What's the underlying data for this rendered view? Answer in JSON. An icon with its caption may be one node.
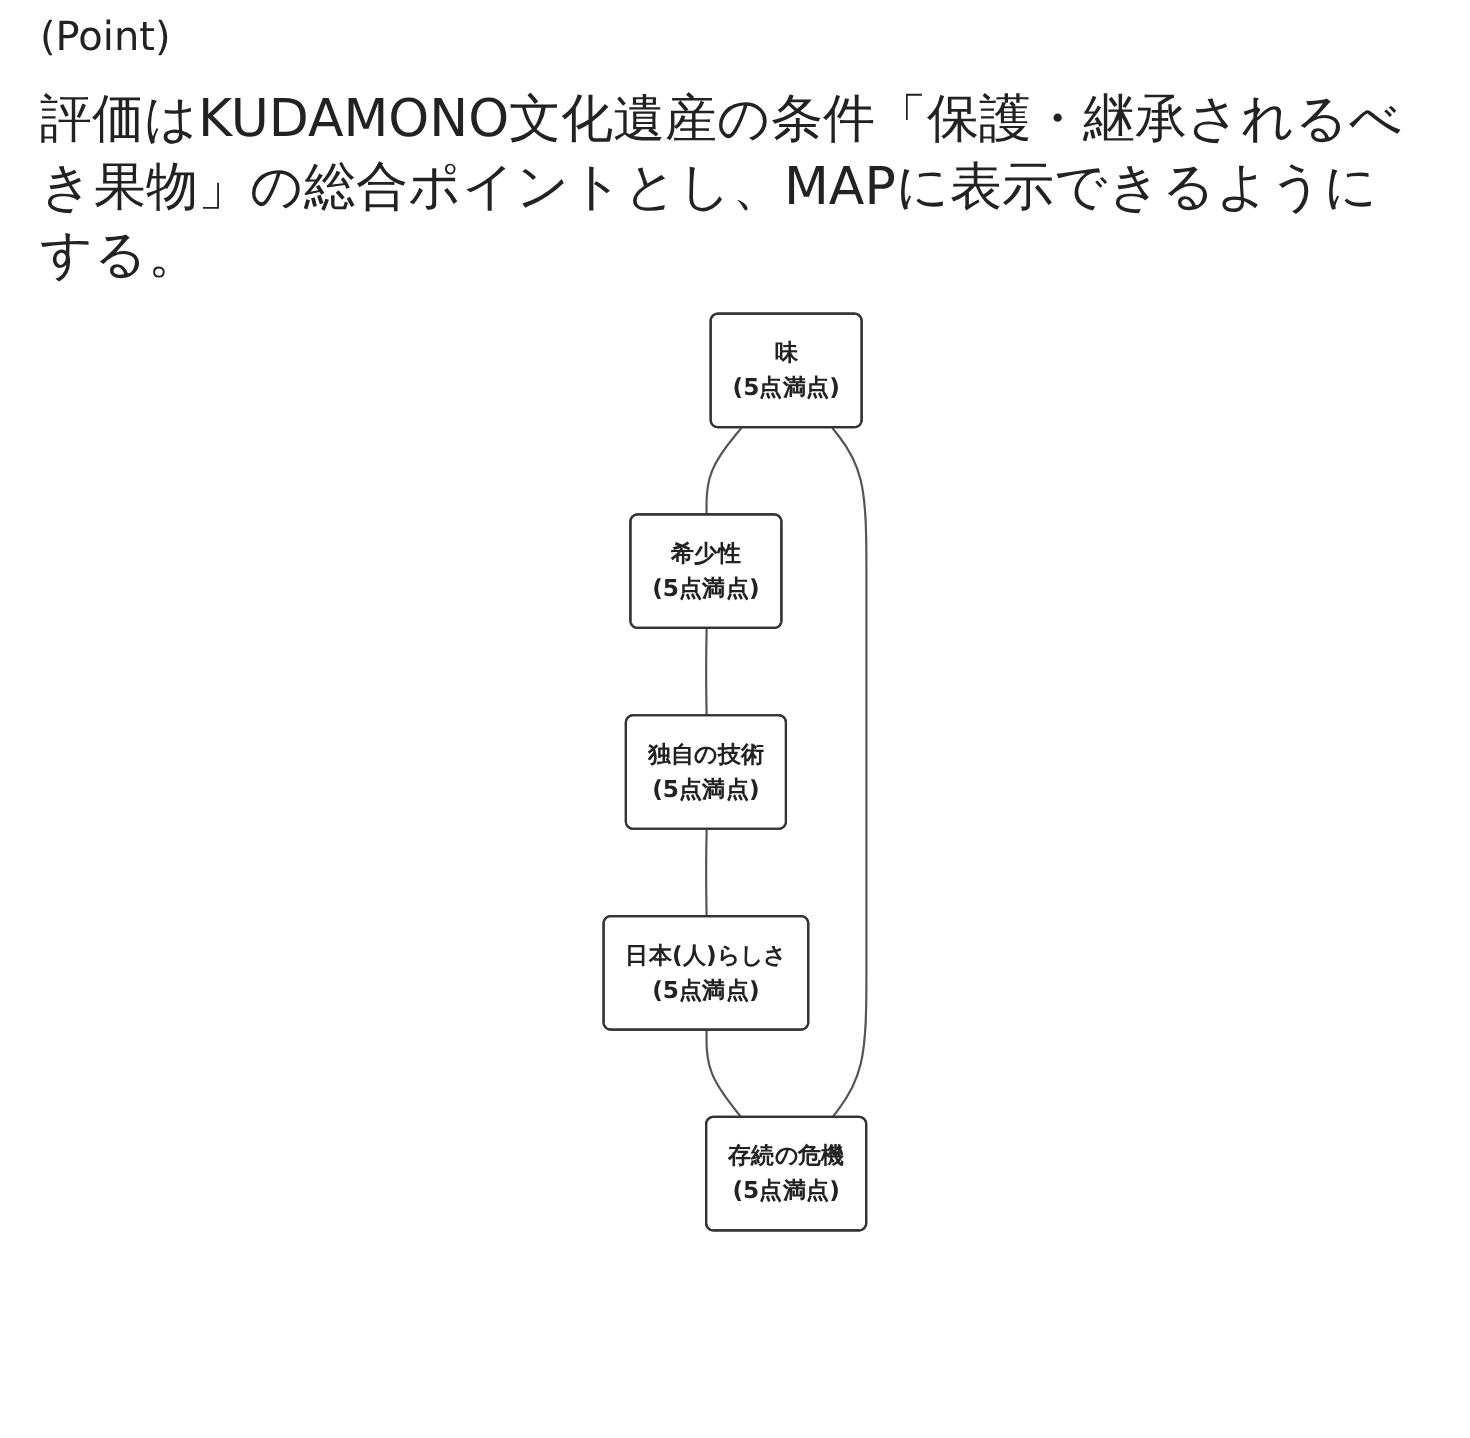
{
  "diagram": {
    "title": "評価はKUDAMONO文化遺産の条件「保護・継承されるべき果物」の総合ポイントとし、MAPに表示できるようにする。",
    "nodes": [
      {
        "text": [
          "味",
          "(5点満点)"
        ]
      },
      {
        "text": [
          "存続の危機",
          "(5点満点)"
        ]
      },
      {
        "text": [
          "希少性",
          "(5点満点)"
        ]
      },
      {
        "text": [
          "日本(人)らしさ",
          "(5点満点)"
        ]
      },
      {
        "text": [
          "独自の技術",
          "(5点満点)"
        ]
      }
    ],
    "edges": [
      {
        "from": 0,
        "to": 2,
        "arrow": "none"
      },
      {
        "from": 2,
        "to": 4,
        "arrow": "none"
      },
      {
        "from": 4,
        "to": 3,
        "arrow": "none"
      },
      {
        "from": 3,
        "to": 1,
        "arrow": "none"
      },
      {
        "from": 1,
        "to": 0,
        "arrow": "none"
      }
    ],
    "labels": [
      "(Point)"
    ]
  }
}
